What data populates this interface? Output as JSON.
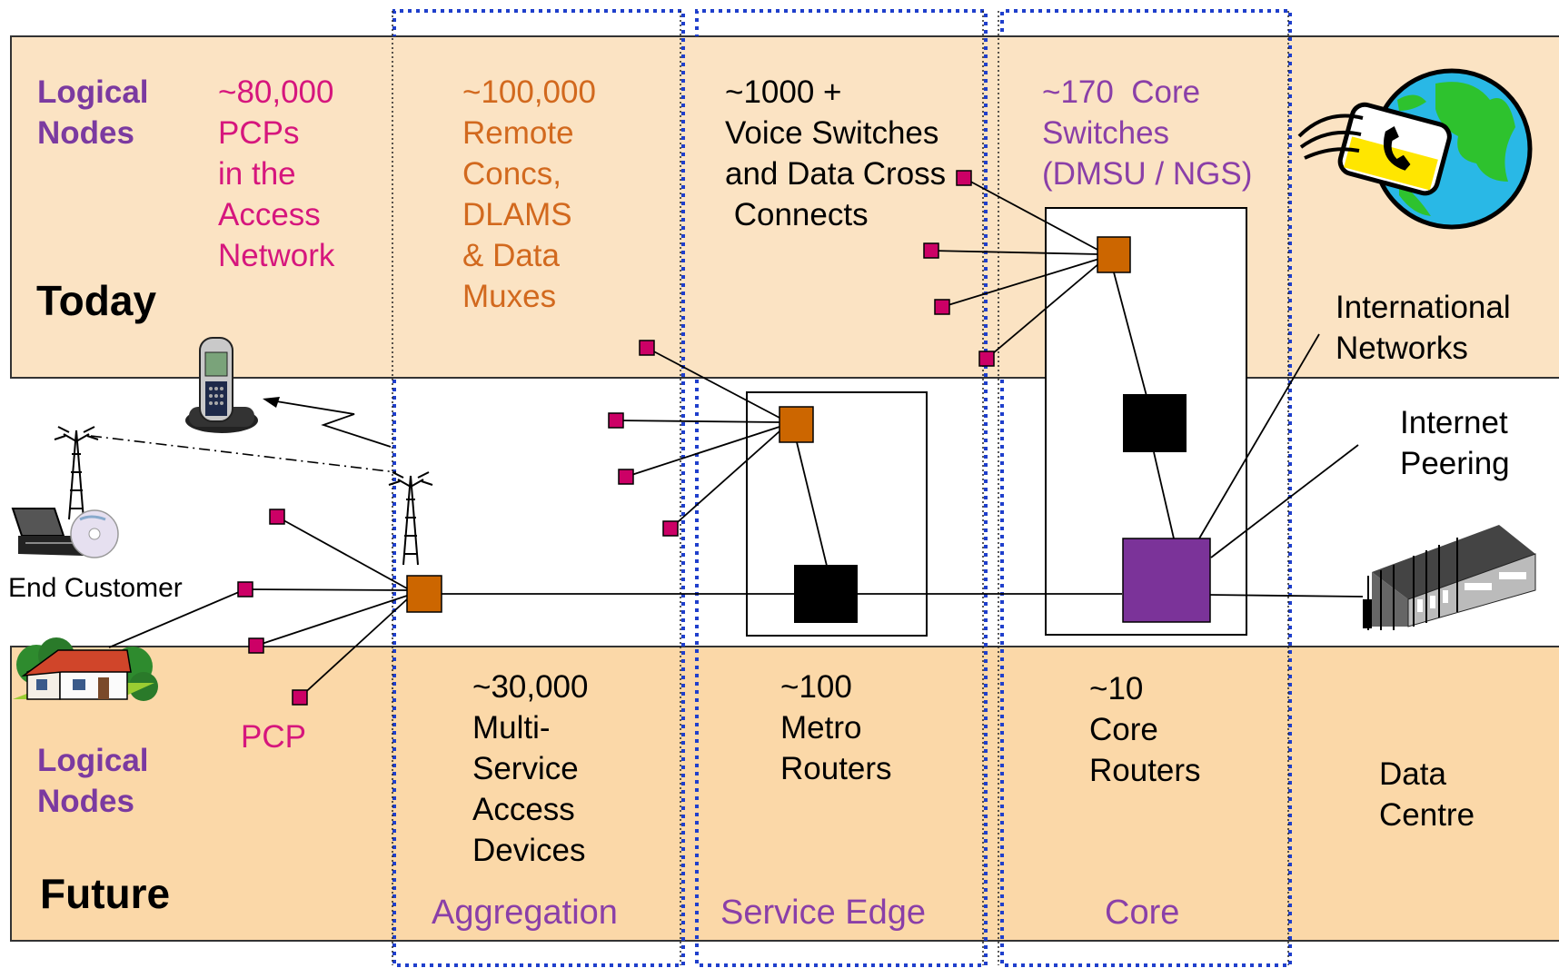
{
  "today": {
    "row_label": "Today",
    "logical_nodes": "Logical\nNodes",
    "access": "~80,000\nPCPs\nin the\nAccess\nNetwork",
    "aggregation": "~100,000\nRemote\nConcs,\nDLAMS\n& Data\nMuxes",
    "service_edge": "~1000 +\nVoice Switches\nand Data Cross\n Connects",
    "core": "~170  Core\nSwitches\n(DMSU / NGS)"
  },
  "future": {
    "row_label": "Future",
    "logical_nodes": "Logical\nNodes",
    "pcp": "PCP",
    "aggregation": "~30,000\nMulti-\nService\nAccess\nDevices",
    "service_edge": "~100\nMetro\nRouters",
    "core": "~10\nCore\nRouters",
    "data_centre": "Data\nCentre"
  },
  "columns": {
    "aggregation": "Aggregation",
    "service_edge": "Service Edge",
    "core": "Core"
  },
  "middle": {
    "end_customer": "End Customer",
    "international": "International\nNetworks",
    "internet": "Internet\nPeering"
  },
  "colors": {
    "band": "#fbe3c3",
    "band_future": "#fbd8a8",
    "purple_text": "#7b3aa0",
    "magenta_text": "#d6167d",
    "orange_text": "#d2691e",
    "core_text": "#8a3fa8",
    "orange_node": "#cc6600",
    "magenta_node": "#cc0066",
    "purple_node": "#7b3399",
    "dotted_blue": "#1f3fcc"
  },
  "icons": [
    "globe-phone-icon",
    "cordless-phone-icon",
    "antenna-icon",
    "laptop-icon",
    "cd-icon",
    "house-icon",
    "data-centre-building-icon"
  ]
}
